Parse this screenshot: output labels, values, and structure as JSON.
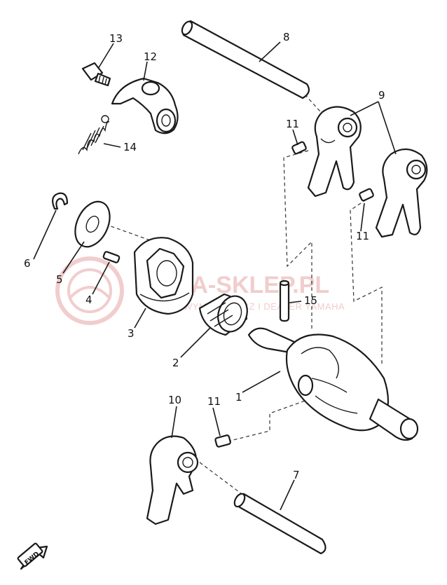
{
  "watermark": {
    "brand": "YAMA-SKLEP.PL",
    "subtitle": "WYMIENNIK CZ I DEALER YAMAHA",
    "color": "#f0c8c8"
  },
  "direction_badge": "FWD",
  "part_labels": {
    "p1": "1",
    "p2": "2",
    "p3": "3",
    "p4": "4",
    "p5": "5",
    "p6": "6",
    "p7": "7",
    "p8": "8",
    "p9": "9",
    "p10": "10",
    "p11a": "11",
    "p11b": "11",
    "p11c": "11",
    "p12": "12",
    "p13": "13",
    "p14": "14",
    "p15": "15"
  }
}
